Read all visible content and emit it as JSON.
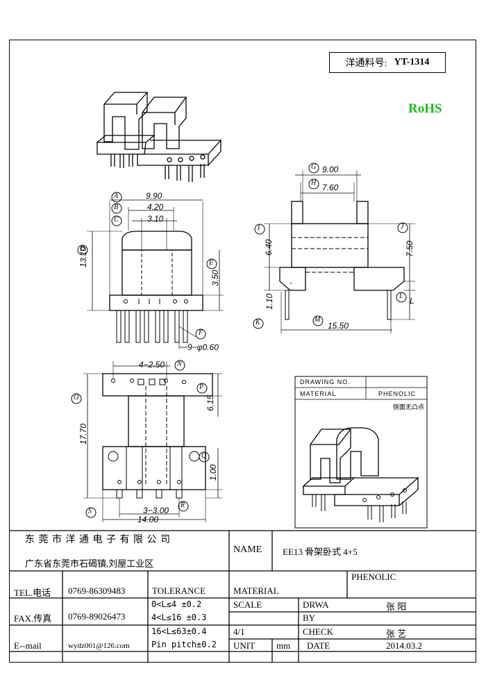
{
  "header": {
    "part_label": "洋通料号:",
    "part_number": "YT-1314"
  },
  "rohs": "RoHS",
  "dims": {
    "A": "A",
    "B": "B",
    "C": "C",
    "D": "D",
    "E": "E",
    "F": "F",
    "G": "G",
    "H": "H",
    "I": "I",
    "J": "J",
    "K": "K",
    "L": "L",
    "M": "M",
    "N": "N",
    "O": "O",
    "P": "P",
    "Q": "Q",
    "R": "R",
    "S": "S",
    "v990": "9.90",
    "v420": "4.20",
    "v310": "3.10",
    "v1310": "13.10",
    "v350": "3.50",
    "v9060": "9−φ0.60",
    "v900": "9.00",
    "v760": "7.60",
    "v640": "6.40",
    "v750": "7.50",
    "v110": "1.10",
    "vL": "L",
    "v1550": "15.50",
    "v4250": "4−2.50",
    "v615": "6.15",
    "v1770": "17.70",
    "v100": "1.00",
    "v3300": "3−3.00",
    "v1400": "14.00"
  },
  "inset": {
    "drawing_no": "DRAWING NO.",
    "material": "MATERIAL",
    "material_value": "PHENOLIC",
    "note": "侧面无凸点"
  },
  "title_block": {
    "company": "东 莞 市 洋 通 电 子 有 限 公 司",
    "address": "广东省东莞市石碣镇,刘屋工业区",
    "name_label": "NAME",
    "name_value": "EE13 骨架卧式 4+5",
    "tel_label": "TEL.电话",
    "tel_value": "0769-86309483",
    "fax_label": "FAX.传真",
    "fax_value": "0769-89026473",
    "email_label": "E--mail",
    "email_value": "wydz001@126.com",
    "tolerance_label": "TOLERANCE",
    "tol1": "0<L≤4   ±0.2",
    "tol2": "4<L≤16  ±0.3",
    "tol3": "16<L≤63±0.4",
    "tol4": "Pin pitch±0.2",
    "material_label": "MATERIAL",
    "material_value": "PHENOLIC",
    "scale_label": "SCALE",
    "scale_value": "4/1",
    "drwa_label_1": "DRWA",
    "drwa_label_2": "BY",
    "drwa_value": "张 阳",
    "check_label": "CHECK",
    "check_value": "张 艺",
    "unit_label": "UNIT",
    "unit_value": "mm",
    "date_label": "DATE",
    "date_value": "2014.03.2"
  }
}
